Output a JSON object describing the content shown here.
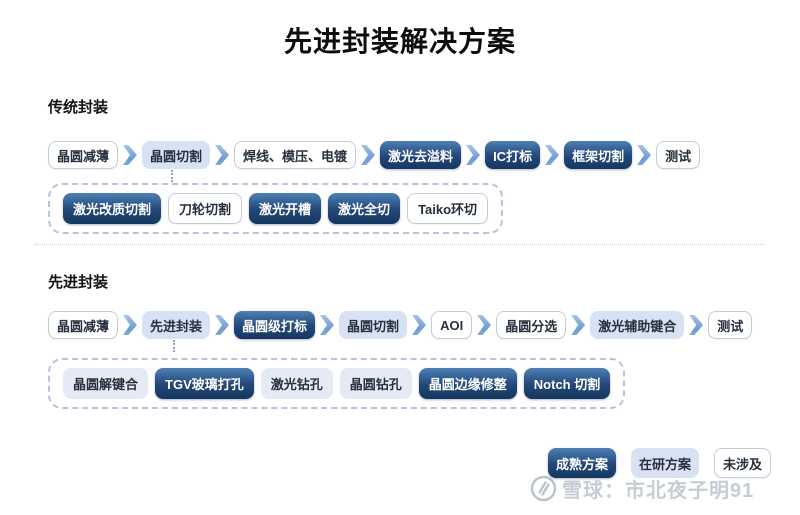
{
  "title": "先进封装解决方案",
  "colors": {
    "mature_dark_blue": "#24497a",
    "in_research_light_blue": "#d8e2f2",
    "not_involved_white": "#ffffff",
    "chevron_blue": "#6f9cd1",
    "dashed_border": "#b7c3da"
  },
  "sections": [
    {
      "label": "传统封装",
      "flow": [
        {
          "label": "晶圆减薄",
          "style": "white"
        },
        {
          "label": "晶圆切割",
          "style": "light"
        },
        {
          "label": "焊线、模压、电镀",
          "style": "white"
        },
        {
          "label": "激光去溢料",
          "style": "dark"
        },
        {
          "label": "IC打标",
          "style": "dark"
        },
        {
          "label": "框架切割",
          "style": "dark"
        },
        {
          "label": "测试",
          "style": "white"
        }
      ],
      "sub": [
        {
          "label": "激光改质切割",
          "style": "dark"
        },
        {
          "label": "刀轮切割",
          "style": "white"
        },
        {
          "label": "激光开槽",
          "style": "dark"
        },
        {
          "label": "激光全切",
          "style": "dark"
        },
        {
          "label": "Taiko环切",
          "style": "white"
        }
      ]
    },
    {
      "label": "先进封装",
      "flow": [
        {
          "label": "晶圆减薄",
          "style": "white"
        },
        {
          "label": "先进封装",
          "style": "light"
        },
        {
          "label": "晶圆级打标",
          "style": "dark"
        },
        {
          "label": "晶圆切割",
          "style": "light"
        },
        {
          "label": "AOI",
          "style": "white"
        },
        {
          "label": "晶圆分选",
          "style": "white"
        },
        {
          "label": "激光辅助键合",
          "style": "light"
        },
        {
          "label": "测试",
          "style": "white"
        }
      ],
      "sub": [
        {
          "label": "晶圆解键合",
          "style": "light2"
        },
        {
          "label": "TGV玻璃打孔",
          "style": "dark"
        },
        {
          "label": "激光钻孔",
          "style": "light2"
        },
        {
          "label": "晶圆钻孔",
          "style": "light2"
        },
        {
          "label": "晶圆边缘修整",
          "style": "dark"
        },
        {
          "label": "Notch 切割",
          "style": "dark"
        }
      ]
    }
  ],
  "legend": [
    {
      "label": "成熟方案",
      "style": "dark"
    },
    {
      "label": "在研方案",
      "style": "light"
    },
    {
      "label": "未涉及",
      "style": "white"
    }
  ],
  "watermark": {
    "icon": "xueqiu-logo",
    "text": "雪球：市北夜子明91"
  }
}
